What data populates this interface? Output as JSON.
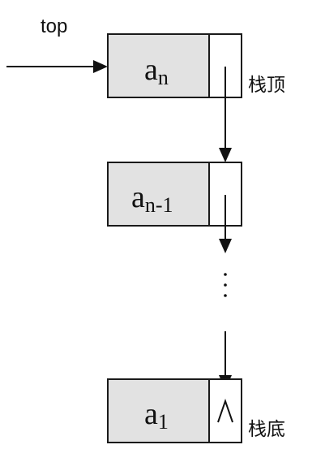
{
  "labels": {
    "top_pointer": "top",
    "stack_top": "栈顶",
    "stack_bottom": "栈底"
  },
  "nodes": [
    {
      "name": "a",
      "sub": "n"
    },
    {
      "name": "a",
      "sub": "n-1"
    },
    {
      "name": "a",
      "sub": "1"
    }
  ]
}
